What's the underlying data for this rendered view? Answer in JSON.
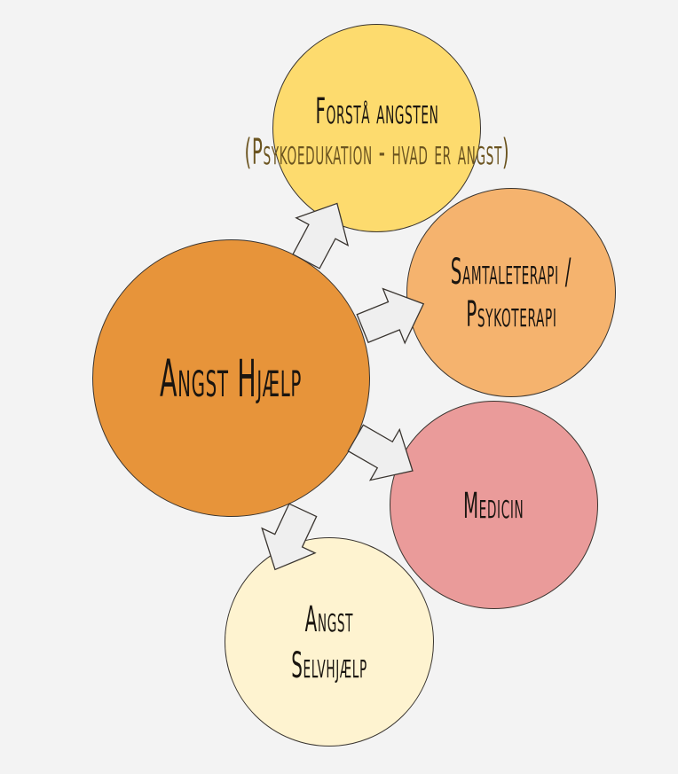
{
  "center": {
    "label": "Angst Hjælp",
    "color": "#E7943A"
  },
  "nodes": [
    {
      "title": "Forstå angsten",
      "subtitle": "(Psykoedukation - hvad er angst)",
      "color": "#FDDB6E"
    },
    {
      "title_line1": "Samtaleterapi /",
      "title_line2": "Psykoterapi",
      "color": "#F5B36E"
    },
    {
      "title": "Medicin",
      "color": "#EA9B9A"
    },
    {
      "title_line1": "Angst",
      "title_line2": "Selvhjælp",
      "color": "#FEF3D0"
    }
  ],
  "arrow_color": "#efefef"
}
